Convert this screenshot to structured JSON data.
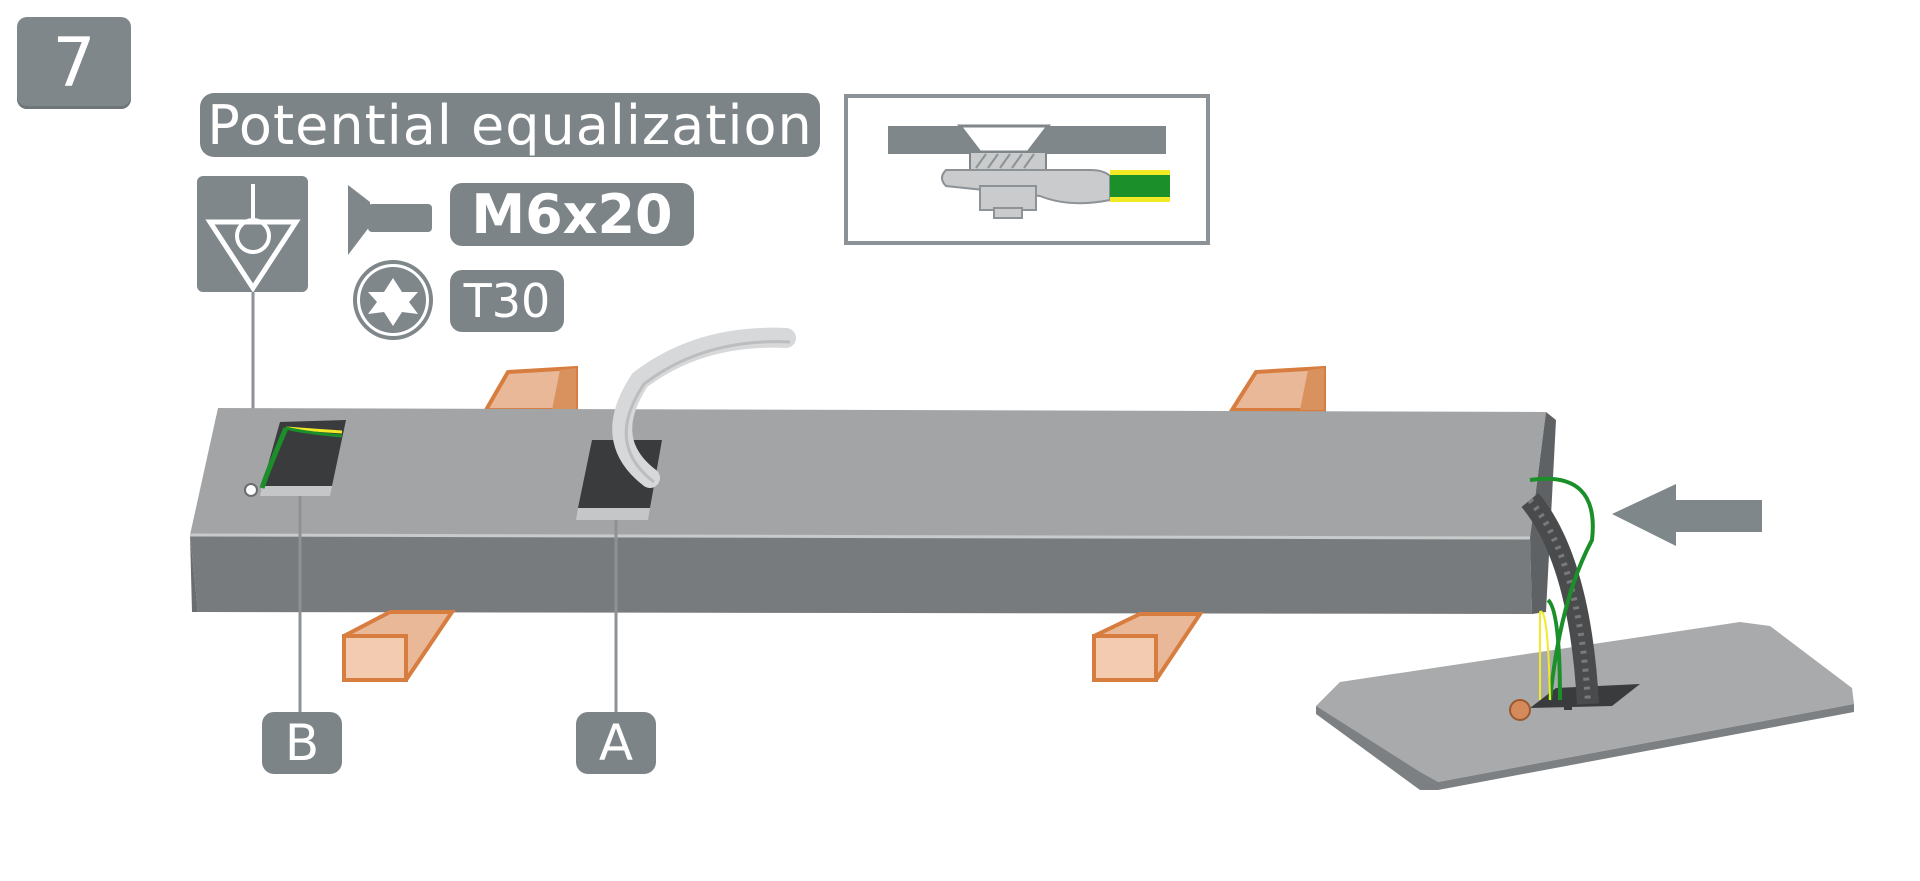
{
  "step": {
    "number": "7"
  },
  "title": "Potential equalization",
  "screw": {
    "size": "M6x20",
    "icon": "countersunk-screw-icon"
  },
  "tool": {
    "bit": "T30",
    "icon": "torx-star-icon"
  },
  "symbols": {
    "equipotential": "equipotential-bonding-icon"
  },
  "labels": {
    "b": "B",
    "a": "A"
  },
  "colors": {
    "badge": "#7d8488",
    "metal": "#9a9c9d",
    "wood": "#e9b898",
    "wood_edge": "#d77d3f",
    "earth_wire_green": "#1a8f2a",
    "earth_wire_yellow": "#f2ea27"
  }
}
